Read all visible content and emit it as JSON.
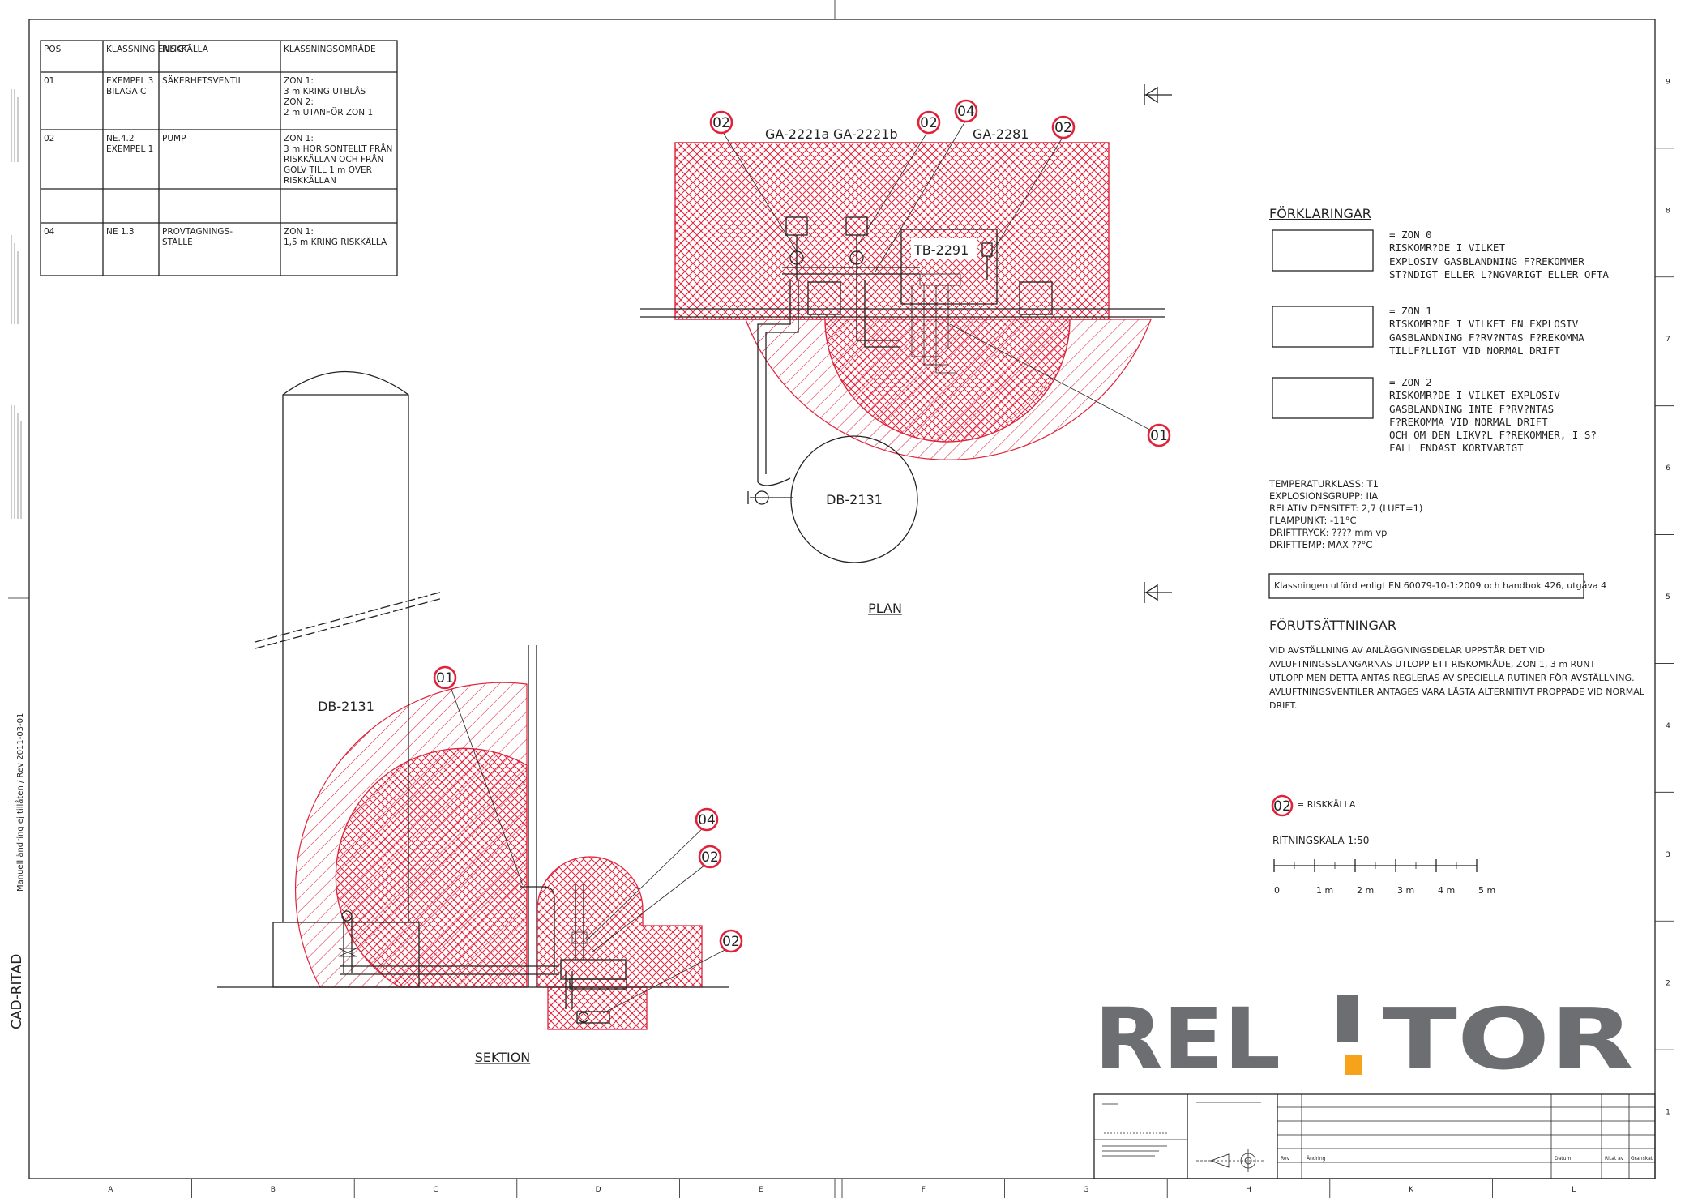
{
  "drawing": {
    "plan_title": "PLAN",
    "section_title": "SEKTION",
    "equipment": {
      "ga_a": "GA-2221a",
      "ga_b": "GA-2221b",
      "ga_c": "GA-2281",
      "tb": "TB-2291",
      "db_plan": "DB-2131",
      "db_section": "DB-2131"
    },
    "markers": {
      "plan_02a": "02",
      "plan_02b": "02",
      "plan_04": "04",
      "plan_02c": "02",
      "plan_01": "01",
      "sec_01": "01",
      "sec_04": "04",
      "sec_02a": "02",
      "sec_02b": "02"
    }
  },
  "table": {
    "headers": [
      "POS",
      "KLASSNING ENLIGT",
      "RISKKÄLLA",
      "KLASSNINGSOMRÅDE"
    ],
    "rows": [
      {
        "pos": "01",
        "klass": "EXEMPEL 3\nBILAGA C",
        "risk": "SÄKERHETSVENTIL",
        "omr": "ZON 1:\n3 m KRING UTBLÅS\nZON 2:\n2 m UTANFÖR ZON 1"
      },
      {
        "pos": "02",
        "klass": "NE.4.2\nEXEMPEL 1",
        "risk": "PUMP",
        "omr": "ZON 1:\n3 m HORISONTELLT FRÅN\nRISKKÄLLAN OCH FRÅN\nGOLV TILL 1 m ÖVER\nRISKKÄLLAN"
      },
      {
        "pos": "",
        "klass": "",
        "risk": "",
        "omr": ""
      },
      {
        "pos": "04",
        "klass": "NE 1.3",
        "risk": "PROVTAGNINGS-\nSTÄLLE",
        "omr": "ZON 1:\n1,5 m KRING RISKKÄLLA"
      }
    ]
  },
  "legend": {
    "title": "FÖRKLARINGAR",
    "zone0": "= ZON 0\nRISKOMR?DE I VILKET\nEXPLOSIV GASBLANDNING F?REKOMMER\nST?NDIGT ELLER L?NGVARIGT ELLER OFTA",
    "zone1": "= ZON 1\nRISKOMR?DE I VILKET EN EXPLOSIV\nGASBLANDNING F?RV?NTAS F?REKOMMA\nTILLF?LLIGT VID NORMAL DRIFT",
    "zone2": "= ZON 2\nRISKOMR?DE I VILKET EXPLOSIV\nGASBLANDNING INTE F?RV?NTAS\nF?REKOMMA VID NORMAL DRIFT\nOCH OM DEN LIKV?L F?REKOMMER, I S?\nFALL ENDAST KORTVARIGT"
  },
  "properties": [
    "TEMPERATURKLASS: T1",
    "EXPLOSIONSGRUPP: IIA",
    "RELATIV DENSITET: 2,7 (LUFT=1)",
    "FLAMPUNKT: -11°C",
    "DRIFTTRYCK: ???? mm vp",
    "DRIFTTEMP: MAX ??°C"
  ],
  "standard_note": "Klassningen utförd enligt EN 60079-10-1:2009 och handbok 426, utgåva 4",
  "assumptions": {
    "title": "FÖRUTSÄTTNINGAR",
    "text": "VID AVSTÄLLNING AV ANLÄGGNINGSDELAR UPPSTÅR DET VID\nAVLUFTNINGSSLANGARNAS UTLOPP ETT RISKOMRÅDE, ZON 1, 3 m RUNT\nUTLOPP MEN DETTA ANTAS REGLERAS AV SPECIELLA RUTINER FÖR AVSTÄLLNING.\nAVLUFTNINGSVENTILER ANTAGES VARA LÅSTA ALTERNITIVT PROPPADE VID NORMAL\nDRIFT."
  },
  "risk_source": {
    "marker": "02",
    "label": "= RISKKÄLLA"
  },
  "scale": {
    "label": "RITNINGSKALA  1:50",
    "ticks": [
      "0",
      "1 m",
      "2 m",
      "3 m",
      "4 m",
      "5 m"
    ]
  },
  "logo": {
    "text": "RELITOR",
    "colors": {
      "grey": "#6d6e71",
      "orange": "#f7a21b"
    }
  },
  "side": {
    "cad_label": "CAD-RITAD",
    "manual_note": "Manuell ändring ej tillåten / Rev 2011-03-01"
  },
  "grid_letters": [
    "A",
    "B",
    "C",
    "D",
    "E",
    "F",
    "G",
    "H",
    "K",
    "L"
  ],
  "grid_numbers": [
    "9",
    "8",
    "7",
    "6",
    "5",
    "4",
    "3",
    "2",
    "1"
  ],
  "title_block": {
    "rev_label": "Rev",
    "change_label": "Ändring",
    "date_label": "Datum",
    "signature_label": "Ritat av",
    "checked_label": "Granskat"
  },
  "colors": {
    "hatch": "#e0223a",
    "line": "#222222"
  }
}
